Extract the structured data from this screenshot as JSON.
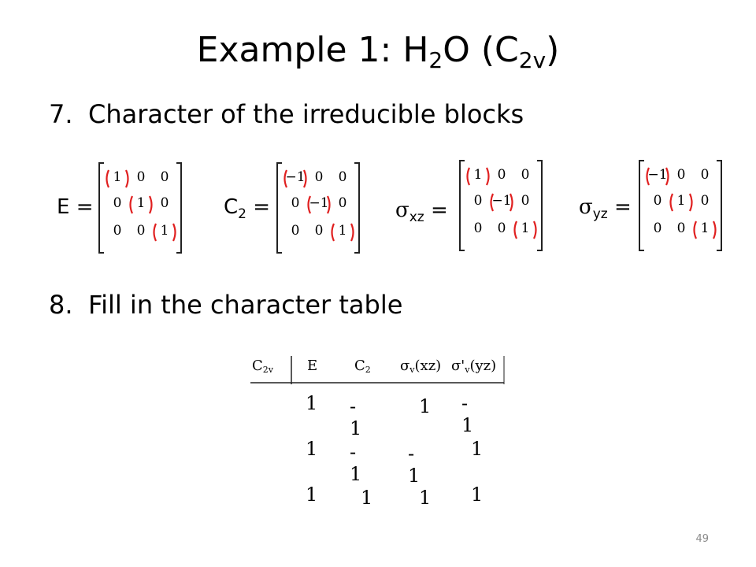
{
  "title": {
    "main": "Example 1: H",
    "h_sub": "2",
    "mid": "O (C",
    "c_sub": "2v",
    "end": ")"
  },
  "items": [
    {
      "num": "7.",
      "text": "Character of the irreducible blocks"
    },
    {
      "num": "8.",
      "text": "Fill in the character table"
    }
  ],
  "matrices": [
    {
      "lhs": {
        "sym": "E",
        "sub": "",
        "greek": false,
        "eq": "="
      },
      "rows": [
        [
          "1",
          "0",
          "0"
        ],
        [
          "0",
          "1",
          "0"
        ],
        [
          "0",
          "0",
          "1"
        ]
      ]
    },
    {
      "lhs": {
        "sym": "C",
        "sub": "2",
        "greek": false,
        "eq": "="
      },
      "rows": [
        [
          "−1",
          "0",
          "0"
        ],
        [
          "0",
          "−1",
          "0"
        ],
        [
          "0",
          "0",
          "1"
        ]
      ]
    },
    {
      "lhs": {
        "sym": "σ",
        "sub": "xz",
        "greek": true,
        "eq": "="
      },
      "rows": [
        [
          "1",
          "0",
          "0"
        ],
        [
          "0",
          "−1",
          "0"
        ],
        [
          "0",
          "0",
          "1"
        ]
      ]
    },
    {
      "lhs": {
        "sym": "σ",
        "sub": "yz",
        "greek": true,
        "eq": "="
      },
      "rows": [
        [
          "−1",
          "0",
          "0"
        ],
        [
          "0",
          "1",
          "0"
        ],
        [
          "0",
          "0",
          "1"
        ]
      ]
    }
  ],
  "character_table": {
    "headers": [
      {
        "main": "C",
        "sub": "2v"
      },
      {
        "main": "E",
        "sub": ""
      },
      {
        "main": "C",
        "sub": "2"
      },
      {
        "main": "σ",
        "sub": "v",
        "tail": "(xz)"
      },
      {
        "main": "σ'",
        "sub": "v",
        "tail": "(yz)"
      }
    ],
    "rows": [
      [
        "1",
        "- 1",
        "1",
        "- 1"
      ],
      [
        "1",
        "- 1",
        "- 1",
        "1"
      ],
      [
        "1",
        "1",
        "1",
        "1"
      ]
    ]
  },
  "colors": {
    "highlight": "#e02020",
    "bracket": "#222222",
    "page_number": "#8a8a8a"
  },
  "page_number": "49"
}
